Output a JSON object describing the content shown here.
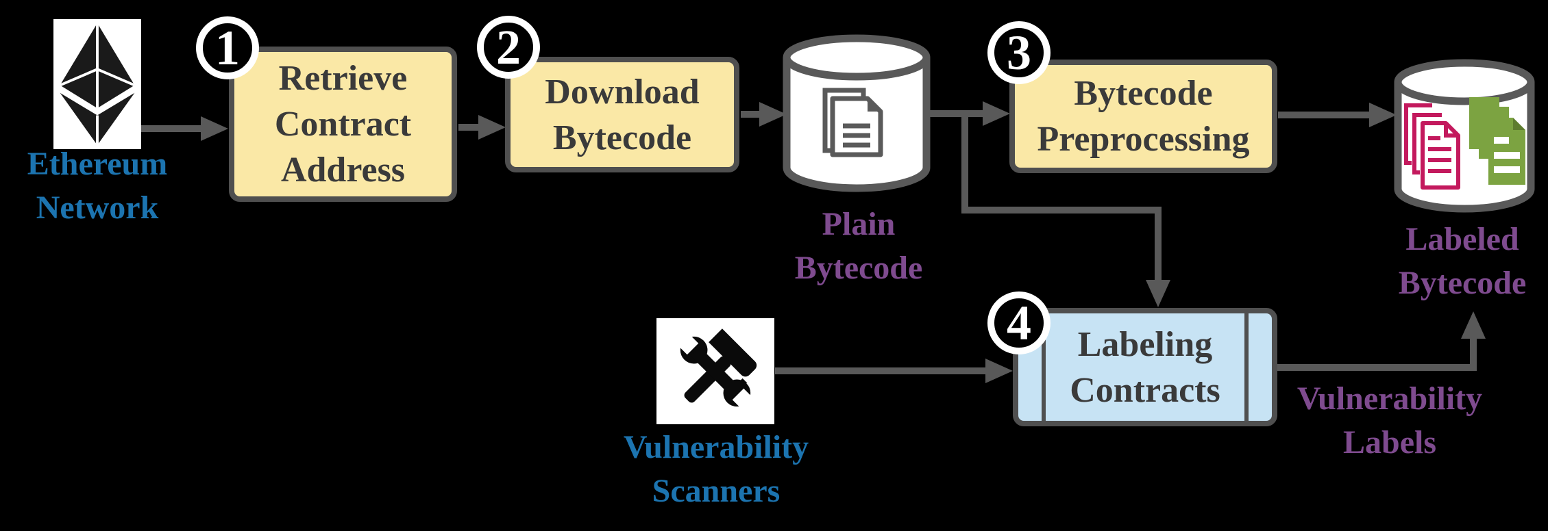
{
  "palette": {
    "background": "#000000",
    "step_fill": "#FAE8A6",
    "labeling_fill": "#C7E3F4",
    "box_border": "#4F4F4F",
    "box_text": "#3A3A3A",
    "arrow": "#595959",
    "source_caption": "#1C74B0",
    "data_caption": "#7F4B8F",
    "doc_gray": "#5A5A5A",
    "doc_pink": "#C3195D",
    "doc_green": "#7CA341",
    "doc_green_dark": "#5E7C2F",
    "badge_bg": "#000000",
    "badge_text": "#FFFFFF"
  },
  "sources": {
    "ethereum": {
      "icon": "ethereum-logo",
      "caption": [
        "Ethereum",
        "Network"
      ]
    },
    "scanners": {
      "icon": "hammer-wrench",
      "caption": [
        "Vulnerability",
        "Scanners"
      ]
    }
  },
  "steps": {
    "retrieve": {
      "badge": "1",
      "lines": [
        "Retrieve",
        "Contract",
        "Address"
      ]
    },
    "download": {
      "badge": "2",
      "lines": [
        "Download",
        "Bytecode"
      ]
    },
    "preprocess": {
      "badge": "3",
      "lines": [
        "Bytecode",
        "Preprocessing"
      ]
    },
    "labeling": {
      "badge": "4",
      "lines": [
        "Labeling",
        "Contracts"
      ]
    }
  },
  "stores": {
    "plain": {
      "icon": "document-stack",
      "caption": [
        "Plain",
        "Bytecode"
      ]
    },
    "labeled": {
      "icon": "labeled-document-stacks",
      "caption": [
        "Labeled",
        "Bytecode"
      ]
    }
  },
  "edge_labels": {
    "vulnerability": [
      "Vulnerability",
      "Labels"
    ]
  }
}
